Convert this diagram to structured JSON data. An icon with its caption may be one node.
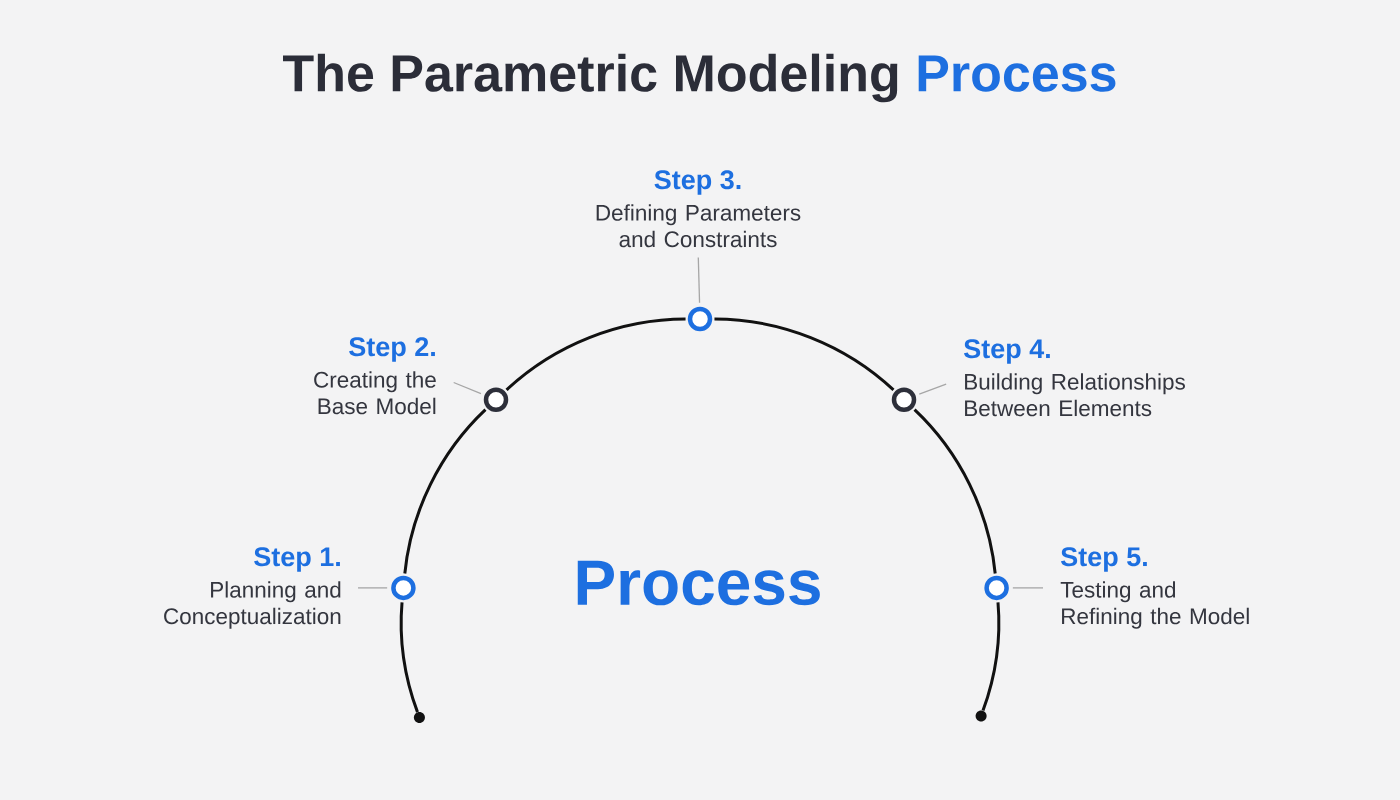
{
  "diagram": {
    "title": "The Parametric Modeling Process",
    "nodes": [
      {
        "text": [
          "Step 1.",
          "Planning and Conceptualization"
        ]
      },
      {
        "text": [
          "Step 2.",
          "Creating the Base Model"
        ]
      },
      {
        "text": [
          "Step 3.",
          "Defining Parameters and Constraints"
        ]
      },
      {
        "text": [
          "Step 4.",
          "Building Relationships Between Elements"
        ]
      },
      {
        "text": [
          "Step 5.",
          "Testing and Refining the Model"
        ]
      },
      {
        "text": [],
        "shape": "circle"
      },
      {
        "text": [],
        "shape": "circle"
      },
      {
        "text": [],
        "shape": "circle"
      },
      {
        "text": [],
        "shape": "circle"
      },
      {
        "text": [],
        "shape": "circle"
      },
      {
        "text": [],
        "shape": "dot"
      },
      {
        "text": [],
        "shape": "dot"
      }
    ],
    "edges": [
      {
        "from": 0,
        "to": 5,
        "arrow": "none",
        "color": "#a6a6a6"
      },
      {
        "from": 1,
        "to": 6,
        "arrow": "none",
        "color": "#a6a6a6"
      },
      {
        "from": 2,
        "to": 7,
        "arrow": "none",
        "color": "#a6a6a6"
      },
      {
        "from": 3,
        "to": 8,
        "arrow": "none",
        "color": "#a6a6a6"
      },
      {
        "from": 4,
        "to": 9,
        "arrow": "none",
        "color": "#a6a6a6"
      },
      {
        "from": 5,
        "to": 6,
        "arrow": "none"
      },
      {
        "from": 6,
        "to": 7,
        "arrow": "none"
      },
      {
        "from": 7,
        "to": 8,
        "arrow": "none"
      },
      {
        "from": 8,
        "to": 9,
        "arrow": "none"
      },
      {
        "from": 5,
        "to": 10,
        "arrow": "none"
      },
      {
        "from": 9,
        "to": 11,
        "arrow": "none"
      }
    ],
    "labels": [
      "Process"
    ]
  }
}
